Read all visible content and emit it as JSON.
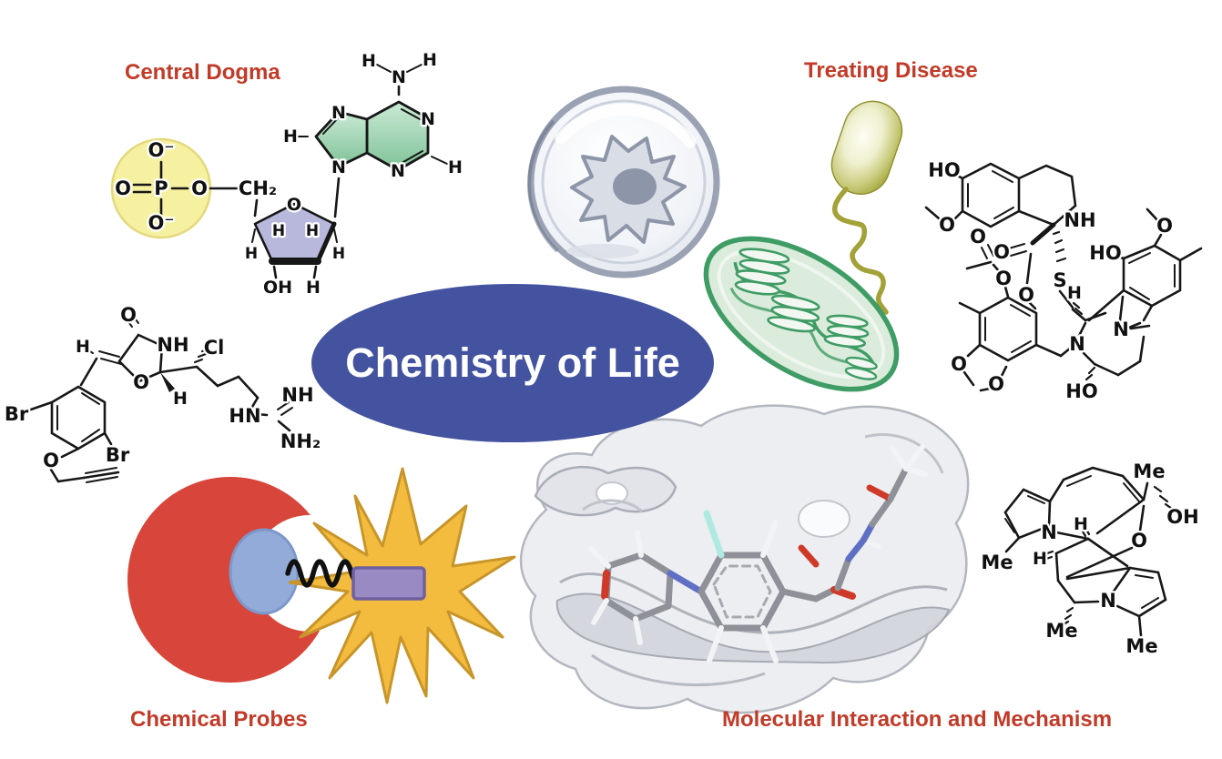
{
  "title": "Chemistry of Life",
  "colors": {
    "label_red": "#c23a28",
    "ellipse_blue": "#4453a0",
    "phosphate_yellow": "#f6f1a1",
    "sugar_lavender": "#b7b8db",
    "adenine_green": "#9cd2af",
    "mito_green": "#3e9c64",
    "bacterium_olive": "#9fa135",
    "crescent_red": "#d8463b",
    "ligand_blue": "#92abd8",
    "starburst_yellow": "#f3bc3e",
    "tag_purple": "#9a8ac4"
  },
  "labels": {
    "central_dogma": "Central Dogma",
    "treating_disease": "Treating Disease",
    "chemical_probes": "Chemical Probes",
    "molecular_interaction": "Molecular Interaction and Mechanism"
  },
  "illustrations": {
    "cell_dish": "cell-in-dish-icon",
    "bacterium": "bacterium-icon",
    "mitochondrion": "mitochondrion-icon",
    "probe_cartoon": "protein-probe-fluorophore-icon",
    "protein_pocket": "ligand-in-binding-pocket-render"
  },
  "nucleotide": {
    "o_minus_top": "O⁻",
    "o_left": "O",
    "p": "P",
    "o_right": "O",
    "o_minus_bottom": "O⁻",
    "ch2": "CH₂",
    "sugar_o": "O",
    "sugar_h_in_left": "H",
    "sugar_h_in_right": "H",
    "sugar_h_left": "H",
    "sugar_h_right": "H",
    "sugar_oh": "OH",
    "sugar_h_bottom": "H",
    "n1": "N",
    "n3": "N",
    "n7": "N",
    "n9": "N",
    "amine_n": "N",
    "amine_h_left": "H",
    "amine_h_right": "H",
    "c8_h": "H",
    "c2_h": "H"
  },
  "probe_molecule": {
    "carbonyl_o": "O",
    "vinyl_h": "H",
    "ring_nh": "NH",
    "cl": "Cl",
    "ring_o": "O",
    "stereo_h": "H",
    "hn": "HN",
    "nh": "NH",
    "nh2": "NH₂",
    "br_left": "Br",
    "br_right": "Br",
    "ether_o": "O"
  },
  "trabectedin": {
    "ho_top": "HO",
    "o_methoxy_left": "O",
    "nh": "NH",
    "o_acetyl": "O",
    "o_carbonyl": "O",
    "o_ester": "O",
    "o_lactone": "O",
    "s": "S",
    "h": "H",
    "ho_mid": "HO",
    "o_methoxy_right": "O",
    "n_center": "N",
    "n_left": "N",
    "ho_bottom": "HO",
    "o_dioxole_1": "O",
    "o_dioxole_2": "O"
  },
  "alkaloid": {
    "me_top": "Me",
    "oh": "OH",
    "o": "O",
    "n_top": "N",
    "h_top": "H",
    "h_left": "H",
    "me_left": "Me",
    "me_mid": "Me",
    "n_bottom": "N",
    "me_bottom": "Me"
  }
}
